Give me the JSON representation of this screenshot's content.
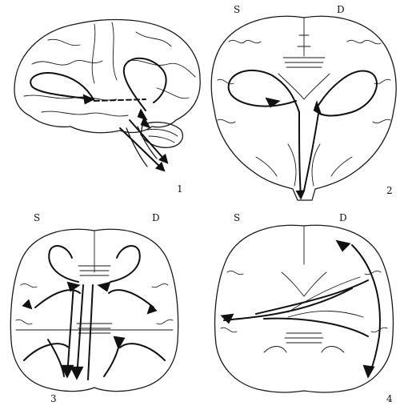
{
  "panels": [
    {
      "number": "1"
    },
    {
      "number": "2",
      "left_side": "S",
      "right_side": "D"
    },
    {
      "number": "3",
      "left_side": "S",
      "right_side": "D"
    },
    {
      "number": "4",
      "left_side": "S",
      "right_side": "D"
    }
  ],
  "colors": {
    "ink": "#1a1a1a",
    "background": "#ffffff"
  }
}
